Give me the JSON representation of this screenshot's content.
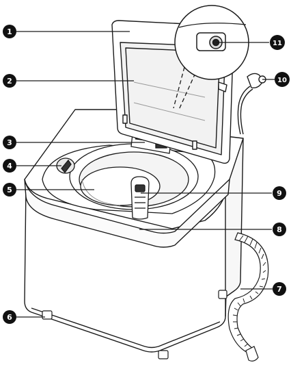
{
  "callouts": [
    {
      "id": "1",
      "label": "1"
    },
    {
      "id": "2",
      "label": "2"
    },
    {
      "id": "3",
      "label": "3"
    },
    {
      "id": "4",
      "label": "4"
    },
    {
      "id": "5",
      "label": "5"
    },
    {
      "id": "6",
      "label": "6"
    },
    {
      "id": "7",
      "label": "7"
    },
    {
      "id": "8",
      "label": "8"
    },
    {
      "id": "9",
      "label": "9"
    },
    {
      "id": "10",
      "label": "10"
    },
    {
      "id": "11",
      "label": "11"
    }
  ],
  "colors": {
    "outline": "#1a1a1a",
    "badge": "#111111",
    "body_fill": "#ffffff",
    "glass_fill": "#f2f2f2",
    "shade": "#e6e6e6"
  },
  "parts": {
    "lid": "lid",
    "lid_window": "lid-window",
    "dispenser": "dispenser",
    "side_dispenser": "side-dispenser",
    "drum": "drum",
    "leveling_foot": "leveling-foot",
    "drain_hose": "drain-hose",
    "control_panel": "control-panel",
    "fabric_softener_dispenser": "fabric-softener-dispenser",
    "water_inlet_hose": "water-inlet-hose",
    "lid_lock_detail": "lid-lock-detail"
  }
}
